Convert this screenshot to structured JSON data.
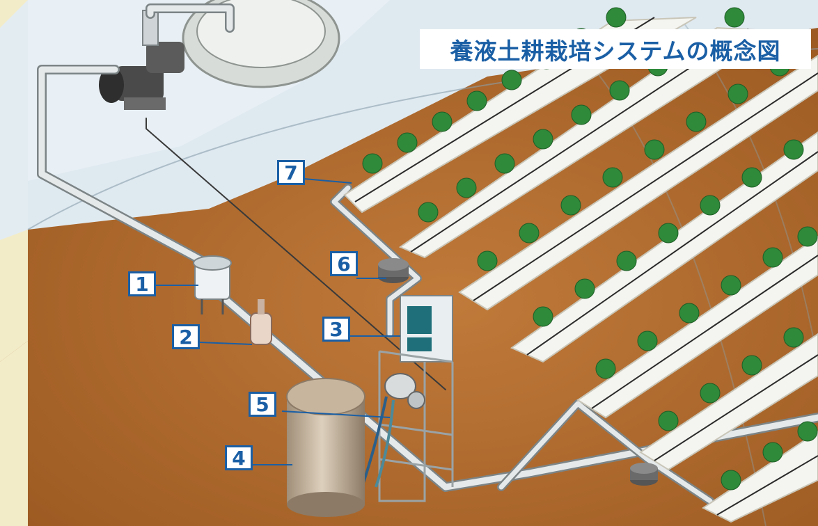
{
  "title": "養液土耕栽培システムの概念図",
  "callouts": [
    {
      "id": "1",
      "label": "1"
    },
    {
      "id": "2",
      "label": "2"
    },
    {
      "id": "3",
      "label": "3"
    },
    {
      "id": "4",
      "label": "4"
    },
    {
      "id": "5",
      "label": "5"
    },
    {
      "id": "6",
      "label": "6"
    },
    {
      "id": "7",
      "label": "7"
    }
  ],
  "colors": {
    "accent": "#1a5fa5",
    "soil": "#b06a2c",
    "greenhouse": "#dfe9f0",
    "mulch": "#f4f4f0",
    "plant": "#2f8a3a"
  }
}
